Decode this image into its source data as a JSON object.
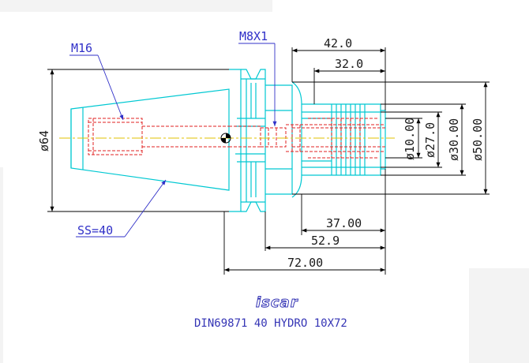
{
  "drawing": {
    "callouts": {
      "thread_left": "M16",
      "thread_right": "M8X1",
      "taper": "SS=40"
    },
    "dimensions": {
      "len_42": "42.0",
      "len_32": "32.0",
      "len_37": "37.00",
      "len_52_9": "52.9",
      "len_72": "72.00",
      "dia_64": "ø64",
      "dia_10": "ø10.00",
      "dia_27": "ø27.0",
      "dia_30": "ø30.00",
      "dia_50": "ø50.00"
    },
    "brand": "iscar",
    "part_name": "DIN69871 40 HYDRO 10X72"
  },
  "colors": {
    "outline": "#00c8d2",
    "hidden": "#e02020",
    "centerline": "#e0c000",
    "dimension": "#000000",
    "callout": "#3030c8"
  }
}
